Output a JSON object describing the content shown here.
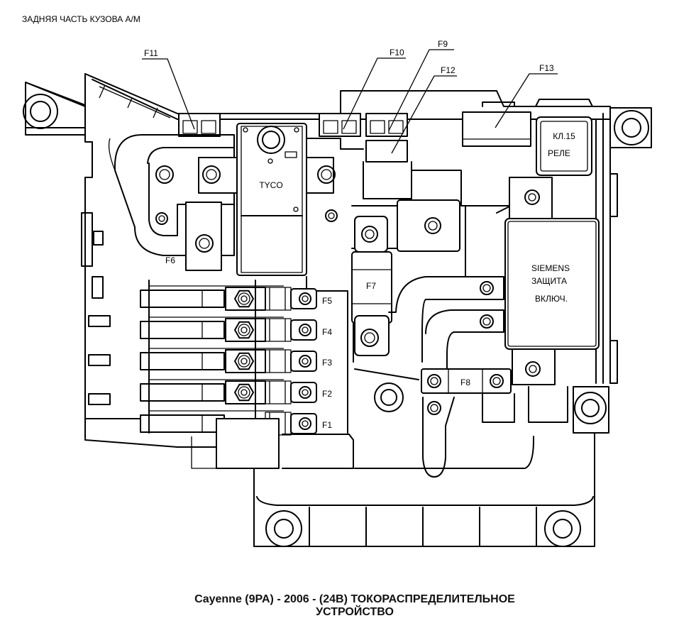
{
  "header": {
    "orientation_label": "ЗАДНЯЯ ЧАСТЬ КУЗОВА А/М"
  },
  "caption": {
    "line1": "Cayenne (9PA) - 2006 - (24В) ТОКОРАСПРЕДЕЛИТЕЛЬНОЕ",
    "line2": "УСТРОЙСТВО"
  },
  "components": {
    "tyco_relay": "TYCO",
    "terminal15_relay": {
      "line1": "КЛ.15",
      "line2": "РЕЛЕ"
    },
    "siemens_switch": {
      "line1": "SIEMENS",
      "line2": "ЗАЩИТА",
      "line3": "ВКЛЮЧ."
    }
  },
  "fuses": {
    "f1": "F1",
    "f2": "F2",
    "f3": "F3",
    "f4": "F4",
    "f5": "F5",
    "f6": "F6",
    "f7": "F7",
    "f8": "F8",
    "f9": "F9",
    "f10": "F10",
    "f11": "F11",
    "f12": "F12",
    "f13": "F13"
  }
}
